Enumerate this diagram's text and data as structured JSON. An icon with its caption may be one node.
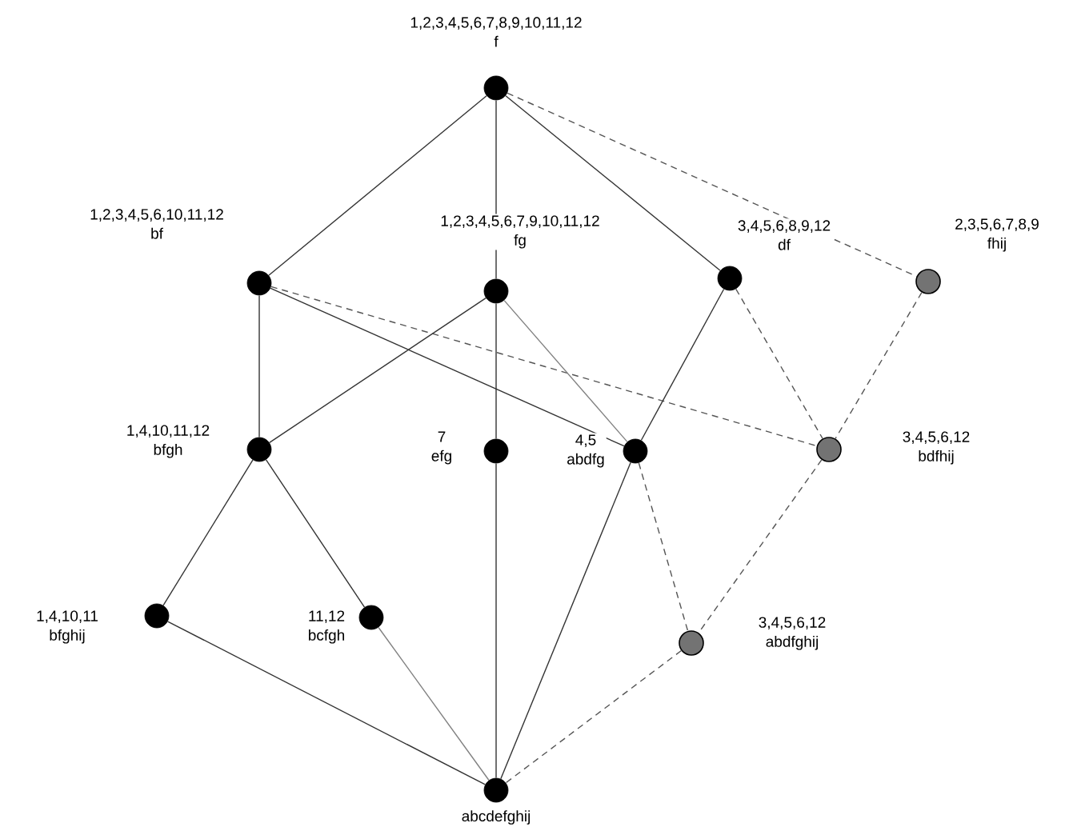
{
  "diagram": {
    "nodes": [
      {
        "text": [],
        "shape": "circle",
        "beside": [
          "1,2,3,4,5,6,7,8,9,10,11,12",
          "f"
        ]
      },
      {
        "text": [],
        "shape": "circle",
        "beside": [
          "1,2,3,4,5,6,10,11,12",
          "bf"
        ]
      },
      {
        "text": [],
        "shape": "circle",
        "beside": [
          "1,2,3,4,5,6,7,9,10,11,12",
          "fg"
        ]
      },
      {
        "text": [],
        "shape": "circle",
        "beside": [
          "3,4,5,6,8,9,12",
          "df"
        ]
      },
      {
        "text": [],
        "shape": "circle",
        "beside": [
          "2,3,5,6,7,8,9",
          "fhij"
        ]
      },
      {
        "text": [],
        "shape": "circle",
        "beside": [
          "1,4,10,11,12",
          "bfgh"
        ]
      },
      {
        "text": [],
        "shape": "circle",
        "beside": [
          "7",
          "efg"
        ]
      },
      {
        "text": [],
        "shape": "circle",
        "beside": [
          "4,5",
          "abdfg"
        ]
      },
      {
        "text": [],
        "shape": "circle",
        "beside": [
          "3,4,5,6,12",
          "bdfhij"
        ]
      },
      {
        "text": [],
        "shape": "circle",
        "beside": [
          "1,4,10,11",
          "bfghij"
        ]
      },
      {
        "text": [],
        "shape": "circle",
        "beside": [
          "11,12",
          "bcfgh"
        ]
      },
      {
        "text": [],
        "shape": "circle",
        "beside": [
          "3,4,5,6,12",
          "abdfghij"
        ]
      },
      {
        "text": [],
        "shape": "circle",
        "beside": [
          "abcdefghij"
        ]
      }
    ],
    "edges": [
      {
        "from": 0,
        "to": 1,
        "arrow": "none"
      },
      {
        "from": 0,
        "to": 2,
        "arrow": "none"
      },
      {
        "from": 0,
        "to": 3,
        "arrow": "none"
      },
      {
        "from": 0,
        "to": 4,
        "arrow": "none",
        "style": "dashed",
        "color": "#555555"
      },
      {
        "from": 1,
        "to": 5,
        "arrow": "none"
      },
      {
        "from": 1,
        "to": 7,
        "arrow": "none"
      },
      {
        "from": 1,
        "to": 8,
        "arrow": "none",
        "style": "dashed",
        "color": "#555555"
      },
      {
        "from": 2,
        "to": 5,
        "arrow": "none"
      },
      {
        "from": 2,
        "to": 6,
        "arrow": "none"
      },
      {
        "from": 2,
        "to": 7,
        "arrow": "none",
        "color": "#808080"
      },
      {
        "from": 3,
        "to": 7,
        "arrow": "none"
      },
      {
        "from": 3,
        "to": 8,
        "arrow": "none",
        "style": "dashed",
        "color": "#555555"
      },
      {
        "from": 4,
        "to": 8,
        "arrow": "none",
        "style": "dashed",
        "color": "#555555"
      },
      {
        "from": 5,
        "to": 9,
        "arrow": "none"
      },
      {
        "from": 5,
        "to": 10,
        "arrow": "none"
      },
      {
        "from": 6,
        "to": 12,
        "arrow": "none"
      },
      {
        "from": 7,
        "to": 11,
        "arrow": "none",
        "style": "dashed",
        "color": "#555555"
      },
      {
        "from": 7,
        "to": 12,
        "arrow": "none"
      },
      {
        "from": 8,
        "to": 11,
        "arrow": "none",
        "style": "dashed",
        "color": "#555555"
      },
      {
        "from": 9,
        "to": 12,
        "arrow": "none"
      },
      {
        "from": 10,
        "to": 12,
        "arrow": "none",
        "color": "#808080"
      },
      {
        "from": 11,
        "to": 12,
        "arrow": "none",
        "style": "dashed",
        "color": "#555555"
      }
    ]
  }
}
